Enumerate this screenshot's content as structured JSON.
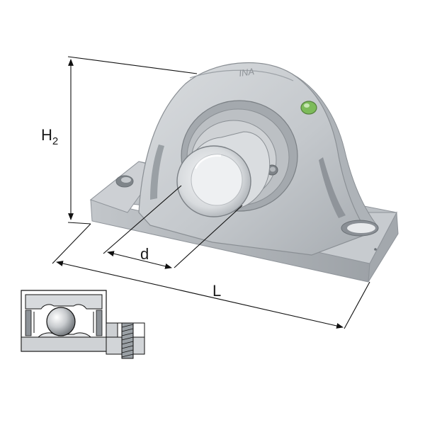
{
  "diagram": {
    "labels": {
      "height": "H",
      "height_sub": "2",
      "bore": "d",
      "length": "L"
    },
    "housing_marking": "INA",
    "colors": {
      "housing": "#c9ccd0",
      "housing_shadow": "#9ea3a8",
      "housing_dark": "#7d8287",
      "line": "#111111",
      "grease_nipple": "#7dbb5a",
      "bore": "#e6e8ea"
    }
  }
}
